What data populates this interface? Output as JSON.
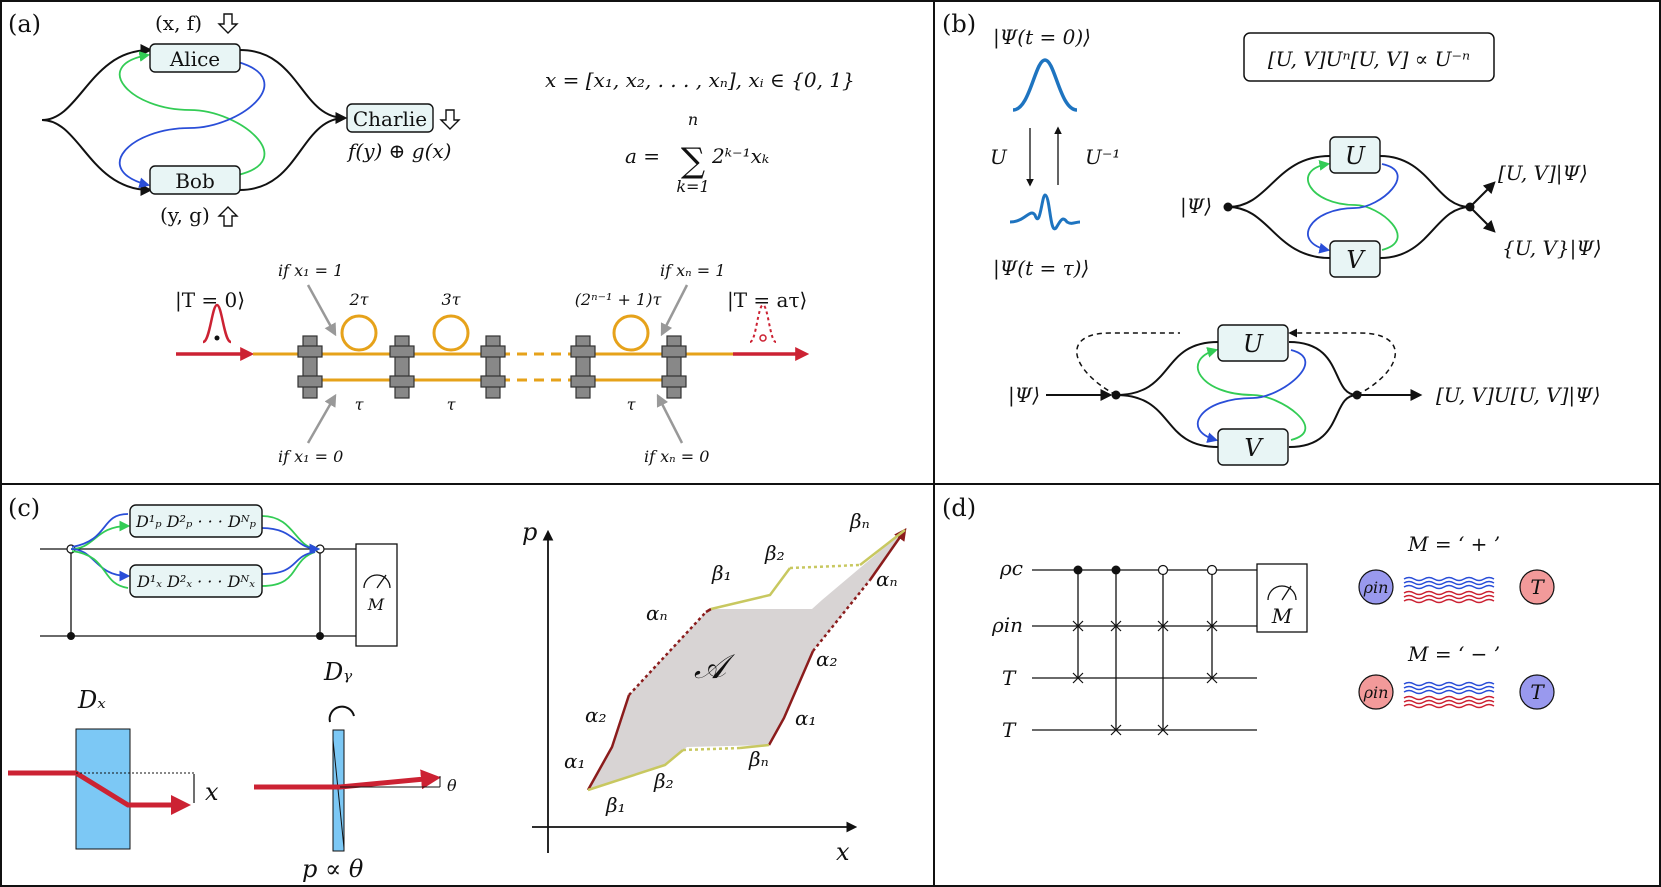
{
  "panels": {
    "a": {
      "label": "(a)",
      "alice": "Alice",
      "bob": "Bob",
      "charlie": "Charlie",
      "alice_input": "(x, f)",
      "bob_input": "(y, g)",
      "charlie_output": "f(y) ⊕ g(x)",
      "eq_x": "x = [x₁, x₂, . . . , xₙ],    xᵢ ∈ {0, 1}",
      "eq_a_lhs": "a =",
      "eq_a_rhs": "2ᵏ⁻¹xₖ",
      "sum_top": "n",
      "sum_bottom": "k=1",
      "state_in": "|T = 0⟩",
      "state_out": "|T = aτ⟩",
      "if_x1_1": "if x₁ = 1",
      "if_xn_1": "if xₙ = 1",
      "if_x1_0": "if x₁ = 0",
      "if_xn_0": "if xₙ = 0",
      "loop_labels": [
        "2τ",
        "3τ",
        "(2ⁿ⁻¹ + 1)τ"
      ],
      "tau_labels": [
        "τ",
        "τ",
        "τ"
      ]
    },
    "b": {
      "label": "(b)",
      "psi_t0": "|Ψ(t = 0)⟩",
      "psi_ttau": "|Ψ(t = τ)⟩",
      "u": "U",
      "u_inv": "U⁻¹",
      "boxed_eq": "[U, V]Uⁿ[U, V] ∝ U⁻ⁿ",
      "psi": "|Ψ⟩",
      "box_u": "U",
      "box_v": "V",
      "out_comm": "[U, V]|Ψ⟩",
      "out_anticomm": "{U, V}|Ψ⟩",
      "out_bottom": "[U, V]U[U, V]|Ψ⟩"
    },
    "c": {
      "label": "(c)",
      "dp_box": "D¹ₚ D²ₚ · · · Dᴺₚ",
      "dx_box": "D¹ₓ D²ₓ · · · Dᴺₓ",
      "meter": "M",
      "dx_label": "Dₓ",
      "dy_label": "Dᵧ",
      "x_shift": "x",
      "theta": "θ",
      "p_prop": "p ∝ θ",
      "axis_p": "p",
      "axis_x": "x",
      "area": "𝒜",
      "alpha_1": "α₁",
      "alpha_2": "α₂",
      "alpha_n": "αₙ",
      "beta_1": "β₁",
      "beta_2": "β₂",
      "beta_n": "βₙ"
    },
    "d": {
      "label": "(d)",
      "wires": [
        "ρc",
        "ρin",
        "T",
        "T"
      ],
      "meter": "M",
      "m_plus": "M = ‘ + ’",
      "m_minus": "M = ‘ − ’",
      "rho_in": "ρin",
      "t": "T"
    }
  },
  "colors": {
    "box_fill": "#e8f5f5",
    "green_path": "#33cc55",
    "blue_path": "#2a4ed8",
    "beam_red": "#cc2233",
    "fiber_orange": "#e6a21a",
    "wavepacket_blue": "#1e74c0",
    "slab_blue": "#7cc8f5",
    "area_gray": "#d8d4d4",
    "alpha_edge": "#8b1c1c",
    "beta_edge": "#c8c860",
    "circle_blue": "#9999ee",
    "circle_red": "#f29a9a"
  }
}
